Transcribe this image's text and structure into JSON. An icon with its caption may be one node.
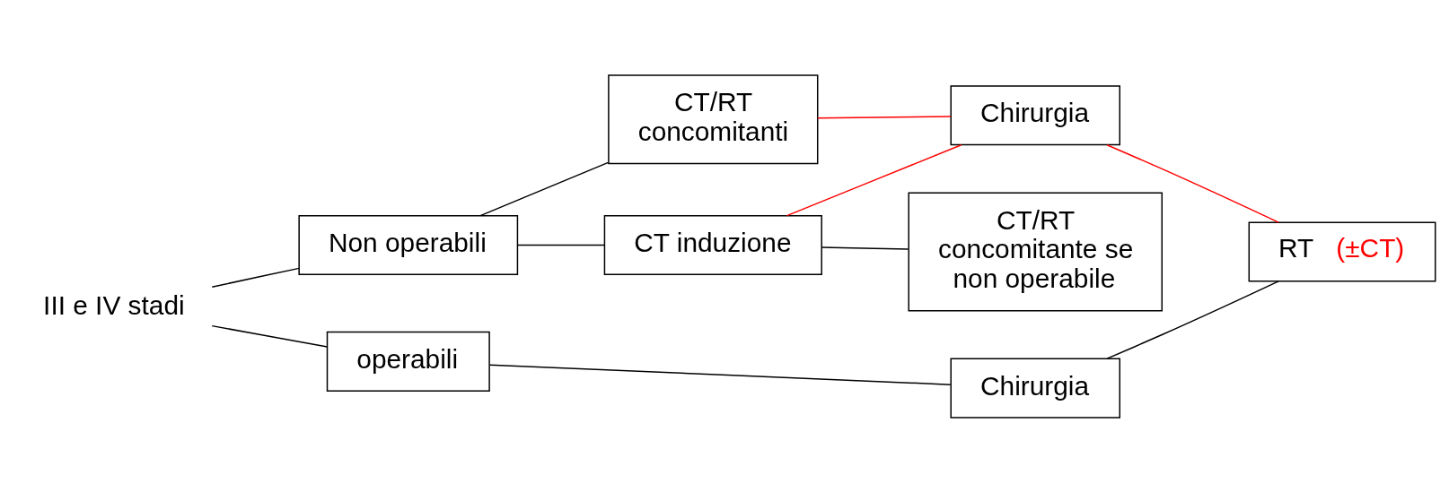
{
  "diagram": {
    "nodes": [
      {
        "text": [
          "III e IV stadi"
        ]
      },
      {
        "text": [
          "Non operabili"
        ]
      },
      {
        "text": [
          "CT/RT concomitanti"
        ]
      },
      {
        "text": [
          "CT induzione"
        ]
      },
      {
        "text": [
          "Chirurgia"
        ]
      },
      {
        "text": [
          "CT/RT concomitante se non operabile"
        ]
      },
      {
        "text": [
          "operabili"
        ]
      },
      {
        "text": [
          "Chirurgia"
        ]
      },
      {
        "text": [
          "RT",
          "(±CT)"
        ]
      }
    ],
    "edges": [
      {
        "from": 0,
        "to": 1,
        "arrow": "none"
      },
      {
        "from": 0,
        "to": 6,
        "arrow": "none"
      },
      {
        "from": 1,
        "to": 2,
        "arrow": "none"
      },
      {
        "from": 1,
        "to": 3,
        "arrow": "none"
      },
      {
        "from": 2,
        "to": 4,
        "arrow": "none",
        "color": "#ff0000"
      },
      {
        "from": 3,
        "to": 4,
        "arrow": "none",
        "color": "#ff0000"
      },
      {
        "from": 3,
        "to": 5,
        "arrow": "none"
      },
      {
        "from": 6,
        "to": 7,
        "arrow": "none"
      },
      {
        "from": 7,
        "to": 8,
        "arrow": "none"
      },
      {
        "from": 4,
        "to": 8,
        "arrow": "none",
        "color": "#ff0000"
      }
    ]
  }
}
